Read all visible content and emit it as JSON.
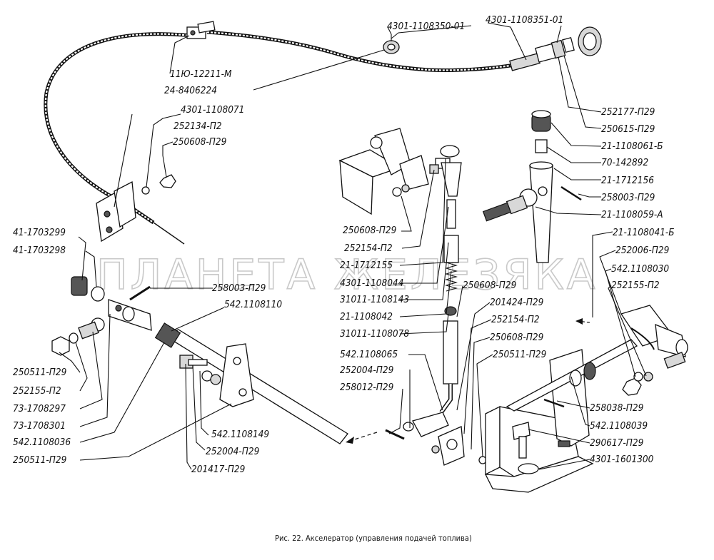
{
  "caption": "Рис. 22. Акселератор (управления подачей топлива)",
  "watermark": "ПЛАНЕТА ЖЕЛЕЗЯКА",
  "part_labels": [
    {
      "id": "p01",
      "text": "4301-1108350-01"
    },
    {
      "id": "p02",
      "text": "4301-1108351-01"
    },
    {
      "id": "p03",
      "text": "11Ю-12211-М"
    },
    {
      "id": "p04",
      "text": "24-8406224"
    },
    {
      "id": "p05",
      "text": "4301-1108071"
    },
    {
      "id": "p06",
      "text": "252134-П2"
    },
    {
      "id": "p07",
      "text": "250608-П29"
    },
    {
      "id": "p08",
      "text": "41-1703299"
    },
    {
      "id": "p09",
      "text": "41-1703298"
    },
    {
      "id": "p10",
      "text": "258003-П29"
    },
    {
      "id": "p11",
      "text": "542.1108110"
    },
    {
      "id": "p12",
      "text": "250511-П29"
    },
    {
      "id": "p13",
      "text": "252155-П2"
    },
    {
      "id": "p14",
      "text": "73-1708297"
    },
    {
      "id": "p15",
      "text": "73-1708301"
    },
    {
      "id": "p16",
      "text": "542.1108036"
    },
    {
      "id": "p17",
      "text": "250511-П29"
    },
    {
      "id": "p18",
      "text": "542.1108149"
    },
    {
      "id": "p19",
      "text": "252004-П29"
    },
    {
      "id": "p20",
      "text": "201417-П29"
    },
    {
      "id": "p21",
      "text": "250608-П29"
    },
    {
      "id": "p22",
      "text": "252154-П2"
    },
    {
      "id": "p23",
      "text": "21-1712155"
    },
    {
      "id": "p24",
      "text": "4301-1108044"
    },
    {
      "id": "p25",
      "text": "31011-1108143"
    },
    {
      "id": "p26",
      "text": "21-1108042"
    },
    {
      "id": "p27",
      "text": "31011-1108078"
    },
    {
      "id": "p28",
      "text": "542.1108065"
    },
    {
      "id": "p29",
      "text": "252004-П29"
    },
    {
      "id": "p30",
      "text": "258012-П29"
    },
    {
      "id": "p31",
      "text": "250608-П29"
    },
    {
      "id": "p32",
      "text": "201424-П29"
    },
    {
      "id": "p33",
      "text": "252154-П2"
    },
    {
      "id": "p34",
      "text": "250608-П29"
    },
    {
      "id": "p35",
      "text": "250511-П29"
    },
    {
      "id": "p36",
      "text": "252177-П29"
    },
    {
      "id": "p37",
      "text": "250615-П29"
    },
    {
      "id": "p38",
      "text": "21-1108061-Б"
    },
    {
      "id": "p39",
      "text": "70-142892"
    },
    {
      "id": "p40",
      "text": "21-1712156"
    },
    {
      "id": "p41",
      "text": "258003-П29"
    },
    {
      "id": "p42",
      "text": "21-1108059-А"
    },
    {
      "id": "p43",
      "text": "21-1108041-Б"
    },
    {
      "id": "p44",
      "text": "252006-П29"
    },
    {
      "id": "p45",
      "text": "542.1108030"
    },
    {
      "id": "p46",
      "text": "252155-П2"
    },
    {
      "id": "p47",
      "text": "258038-П29"
    },
    {
      "id": "p48",
      "text": "542.1108039"
    },
    {
      "id": "p49",
      "text": "290617-П29"
    },
    {
      "id": "p50",
      "text": "4301-1601300"
    }
  ]
}
